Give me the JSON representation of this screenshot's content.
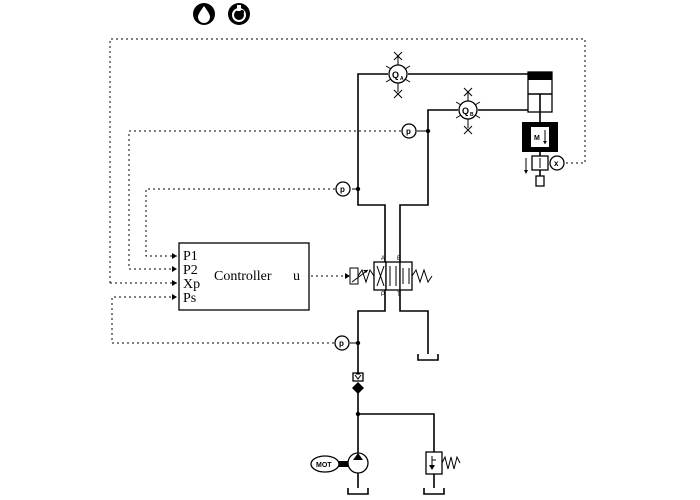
{
  "toolbar": {
    "icons": [
      {
        "name": "oil-drop-icon"
      },
      {
        "name": "oil-temperature-icon"
      }
    ]
  },
  "controller": {
    "inputs": [
      "P1",
      "P2",
      "Xp",
      "Ps"
    ],
    "title": "Controller",
    "output": "u"
  },
  "valve": {
    "port_a": "A",
    "port_b": "B",
    "port_p": "P",
    "port_t": "T"
  },
  "sensors": {
    "pressure_symbol": "p",
    "flow_symbol": "Q",
    "flow_subscript_a": "A",
    "flow_subscript_b": "B",
    "position_symbol": "x"
  },
  "motor": {
    "label": "MOT"
  }
}
